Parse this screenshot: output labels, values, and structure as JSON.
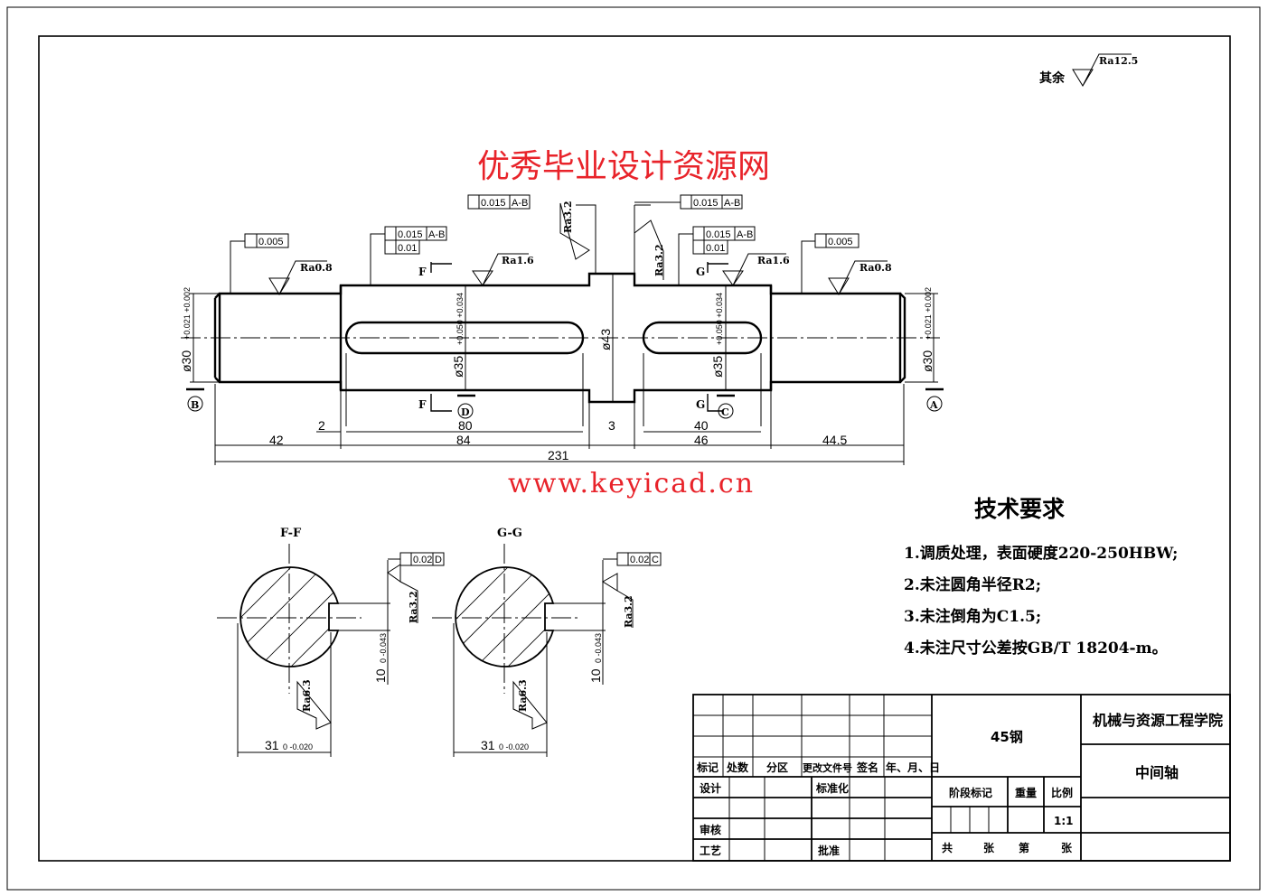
{
  "roughness_general": {
    "prefix": "其余",
    "value": "Ra12.5"
  },
  "tolerance_frames": {
    "left_round": "0.005",
    "left_runout": "0.015",
    "left_runout_datum": "A-B",
    "left_round2": "0.01",
    "mid_runout_left": "0.015",
    "mid_runout_left_datum": "A-B",
    "mid_runout_right": "0.015",
    "mid_runout_right_datum": "A-B",
    "right_runout": "0.015",
    "right_runout_datum": "A-B",
    "right_round2": "0.01",
    "right_round": "0.005",
    "ff_sym": "0.02",
    "ff_sym_datum": "D",
    "gg_sym": "0.02",
    "gg_sym_datum": "C"
  },
  "roughness": {
    "left_journal": "Ra0.8",
    "left_gear": "Ra1.6",
    "collar_left": "Ra3.2",
    "collar_right": "Ra3.2",
    "right_gear": "Ra1.6",
    "right_journal": "Ra0.8",
    "ff_key": "Ra3.2",
    "ff_bottom": "Ra6.3",
    "gg_key": "Ra3.2",
    "gg_bottom": "Ra6.3"
  },
  "section_marks": {
    "f": "F",
    "g": "G",
    "datum_b": "B",
    "datum_d": "D",
    "datum_c": "C",
    "datum_a": "A"
  },
  "diameters": {
    "left_journal": "ø30",
    "left_journal_tol": "+0.021 +0.002",
    "left_gear": "ø35",
    "left_gear_tol": "+0.050 +0.034",
    "collar": "ø43",
    "right_gear": "ø35",
    "right_gear_tol": "+0.050 +0.034",
    "right_journal": "ø30",
    "right_journal_tol": "+0.021 +0.002"
  },
  "lengths": {
    "chamfer": "2",
    "key_left": "80",
    "collar": "3",
    "key_right": "40",
    "seg1": "42",
    "seg2": "84",
    "seg3": "46",
    "seg4": "44.5",
    "total": "231"
  },
  "sections": {
    "ff_title": "F-F",
    "gg_title": "G-G",
    "depth": "31",
    "depth_tol": "0 -0.020",
    "width": "10",
    "width_tol": "0 -0.043"
  },
  "watermark": {
    "line1": "优秀毕业设计资源网",
    "line2": "www.keyicad.cn"
  },
  "requirements": {
    "title": "技术要求",
    "items": [
      "1.调质处理，表面硬度220-250HBW;",
      "2.未注圆角半径R2;",
      "3.未注倒角为C1.5;",
      "4.未注尺寸公差按GB/T 18204-m。"
    ]
  },
  "title_block": {
    "headers": [
      "标记",
      "处数",
      "分区",
      "更改文件号",
      "签名",
      "年、月、日"
    ],
    "design": "设计",
    "standard": "标准化",
    "review": "审核",
    "process": "工艺",
    "approve": "批准",
    "material": "45钢",
    "stage": "阶段标记",
    "weight": "重量",
    "scale_label": "比例",
    "scale": "1:1",
    "total": "共",
    "sheets": "张",
    "page": "第",
    "sheet2": "张",
    "school": "机械与资源工程学院",
    "part_name": "中间轴"
  }
}
